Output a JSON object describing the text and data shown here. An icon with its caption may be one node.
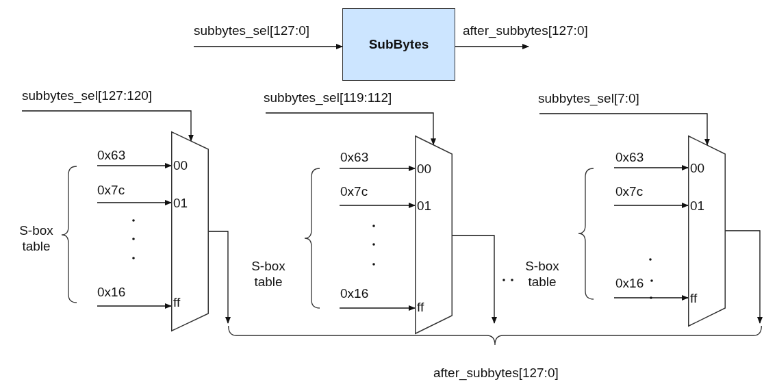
{
  "diagram": {
    "nodes": [
      {
        "text": [
          "SubBytes"
        ]
      },
      {
        "text": [
          "00",
          "01",
          "ff"
        ]
      },
      {
        "text": [
          "00",
          "01",
          "ff"
        ]
      },
      {
        "text": [
          "00",
          "01",
          "ff"
        ]
      },
      {
        "text": [
          "after_subbytes[127:0]"
        ]
      }
    ],
    "edges": [
      {
        "from": null,
        "to": 0,
        "arrow": "to",
        "label": "subbytes_sel[127:0]"
      },
      {
        "from": 0,
        "to": null,
        "arrow": "to",
        "label": "after_subbytes[127:0]"
      },
      {
        "from": null,
        "to": 1,
        "arrow": "to",
        "label": "subbytes_sel[127:120]"
      },
      {
        "from": null,
        "to": 1,
        "arrow": "to",
        "label": "0x63"
      },
      {
        "from": null,
        "to": 1,
        "arrow": "to",
        "label": "0x7c"
      },
      {
        "from": null,
        "to": 1,
        "arrow": "to",
        "label": "0x16"
      },
      {
        "from": 1,
        "to": 4,
        "arrow": "to"
      },
      {
        "from": null,
        "to": 2,
        "arrow": "to",
        "label": "subbytes_sel[119:112]"
      },
      {
        "from": null,
        "to": 2,
        "arrow": "to",
        "label": "0x63"
      },
      {
        "from": null,
        "to": 2,
        "arrow": "to",
        "label": "0x7c"
      },
      {
        "from": null,
        "to": 2,
        "arrow": "to",
        "label": "0x16"
      },
      {
        "from": 2,
        "to": 4,
        "arrow": "to"
      },
      {
        "from": null,
        "to": 3,
        "arrow": "to",
        "label": "subbytes_sel[7:0]"
      },
      {
        "from": null,
        "to": 3,
        "arrow": "to",
        "label": "0x63"
      },
      {
        "from": null,
        "to": 3,
        "arrow": "to",
        "label": "0x7c"
      },
      {
        "from": null,
        "to": 3,
        "arrow": "to",
        "label": "0x16"
      },
      {
        "from": 3,
        "to": 4,
        "arrow": "to"
      }
    ],
    "labels": [
      "S-box table",
      "S-box table",
      "S-box table"
    ]
  }
}
